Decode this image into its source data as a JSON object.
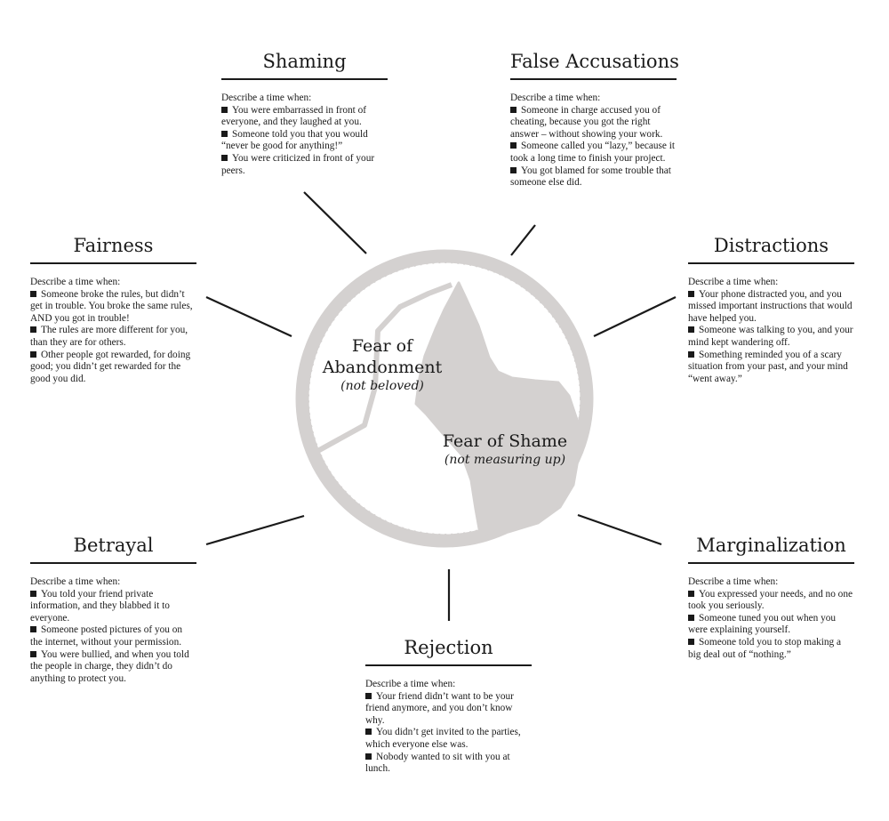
{
  "center": {
    "abandonment": {
      "title_line1": "Fear of",
      "title_line2": "Abandonment",
      "subtitle": "(not beloved)"
    },
    "shame": {
      "title": "Fear of Shame",
      "subtitle": "(not measuring up)"
    }
  },
  "colors": {
    "text": "#1a1a1a",
    "circle_fill": "#d4d1d0"
  },
  "sections": {
    "shaming": {
      "title": "Shaming",
      "prompt": "Describe a time when:",
      "items": [
        "You were embarrassed in front of everyone, and they laughed at you.",
        "Someone told you that you would “never be good for anything!”",
        "You were criticized in front of your peers."
      ]
    },
    "false_accusations": {
      "title": "False Accusations",
      "prompt": "Describe a time when:",
      "items": [
        "Someone in charge accused you of cheating, because you got the right answer – without showing your work.",
        "Someone called you “lazy,” because it took a long time to finish your project.",
        "You got blamed for some trouble that someone else did."
      ]
    },
    "fairness": {
      "title": "Fairness",
      "prompt": "Describe a time when:",
      "items": [
        "Someone broke the rules, but didn’t get in trouble.  You broke the same rules, AND you got in trouble!",
        "The rules are more different for you, than they are for others.",
        "Other people got rewarded, for doing good; you didn’t get rewarded for the good you did."
      ]
    },
    "distractions": {
      "title": "Distractions",
      "prompt": "Describe a time when:",
      "items": [
        "Your phone distracted you, and you missed important instructions that would have helped you.",
        "Someone was talking to you, and your mind kept wandering off.",
        "Something reminded you of a scary situation from your past, and your mind “went away.”"
      ]
    },
    "betrayal": {
      "title": "Betrayal",
      "prompt": "Describe a time when:",
      "items": [
        "You told your friend private information, and they blabbed it to everyone.",
        "Someone posted pictures of you on the internet, without your permission.",
        "You were bullied, and when you told the people in charge, they didn’t do anything to protect you."
      ]
    },
    "marginalization": {
      "title": "Marginalization",
      "prompt": "Describe a time when:",
      "items": [
        "You expressed your needs, and no one took you seriously.",
        "Someone tuned you out when you were explaining yourself.",
        "Someone told you to stop making a big deal out of “nothing.”"
      ]
    },
    "rejection": {
      "title": "Rejection",
      "prompt": "Describe a time when:",
      "items": [
        "Your friend didn’t want to be your friend anymore, and you don’t know why.",
        "You didn’t get invited to the parties, which everyone else was.",
        "Nobody wanted to sit with you at lunch."
      ]
    }
  }
}
